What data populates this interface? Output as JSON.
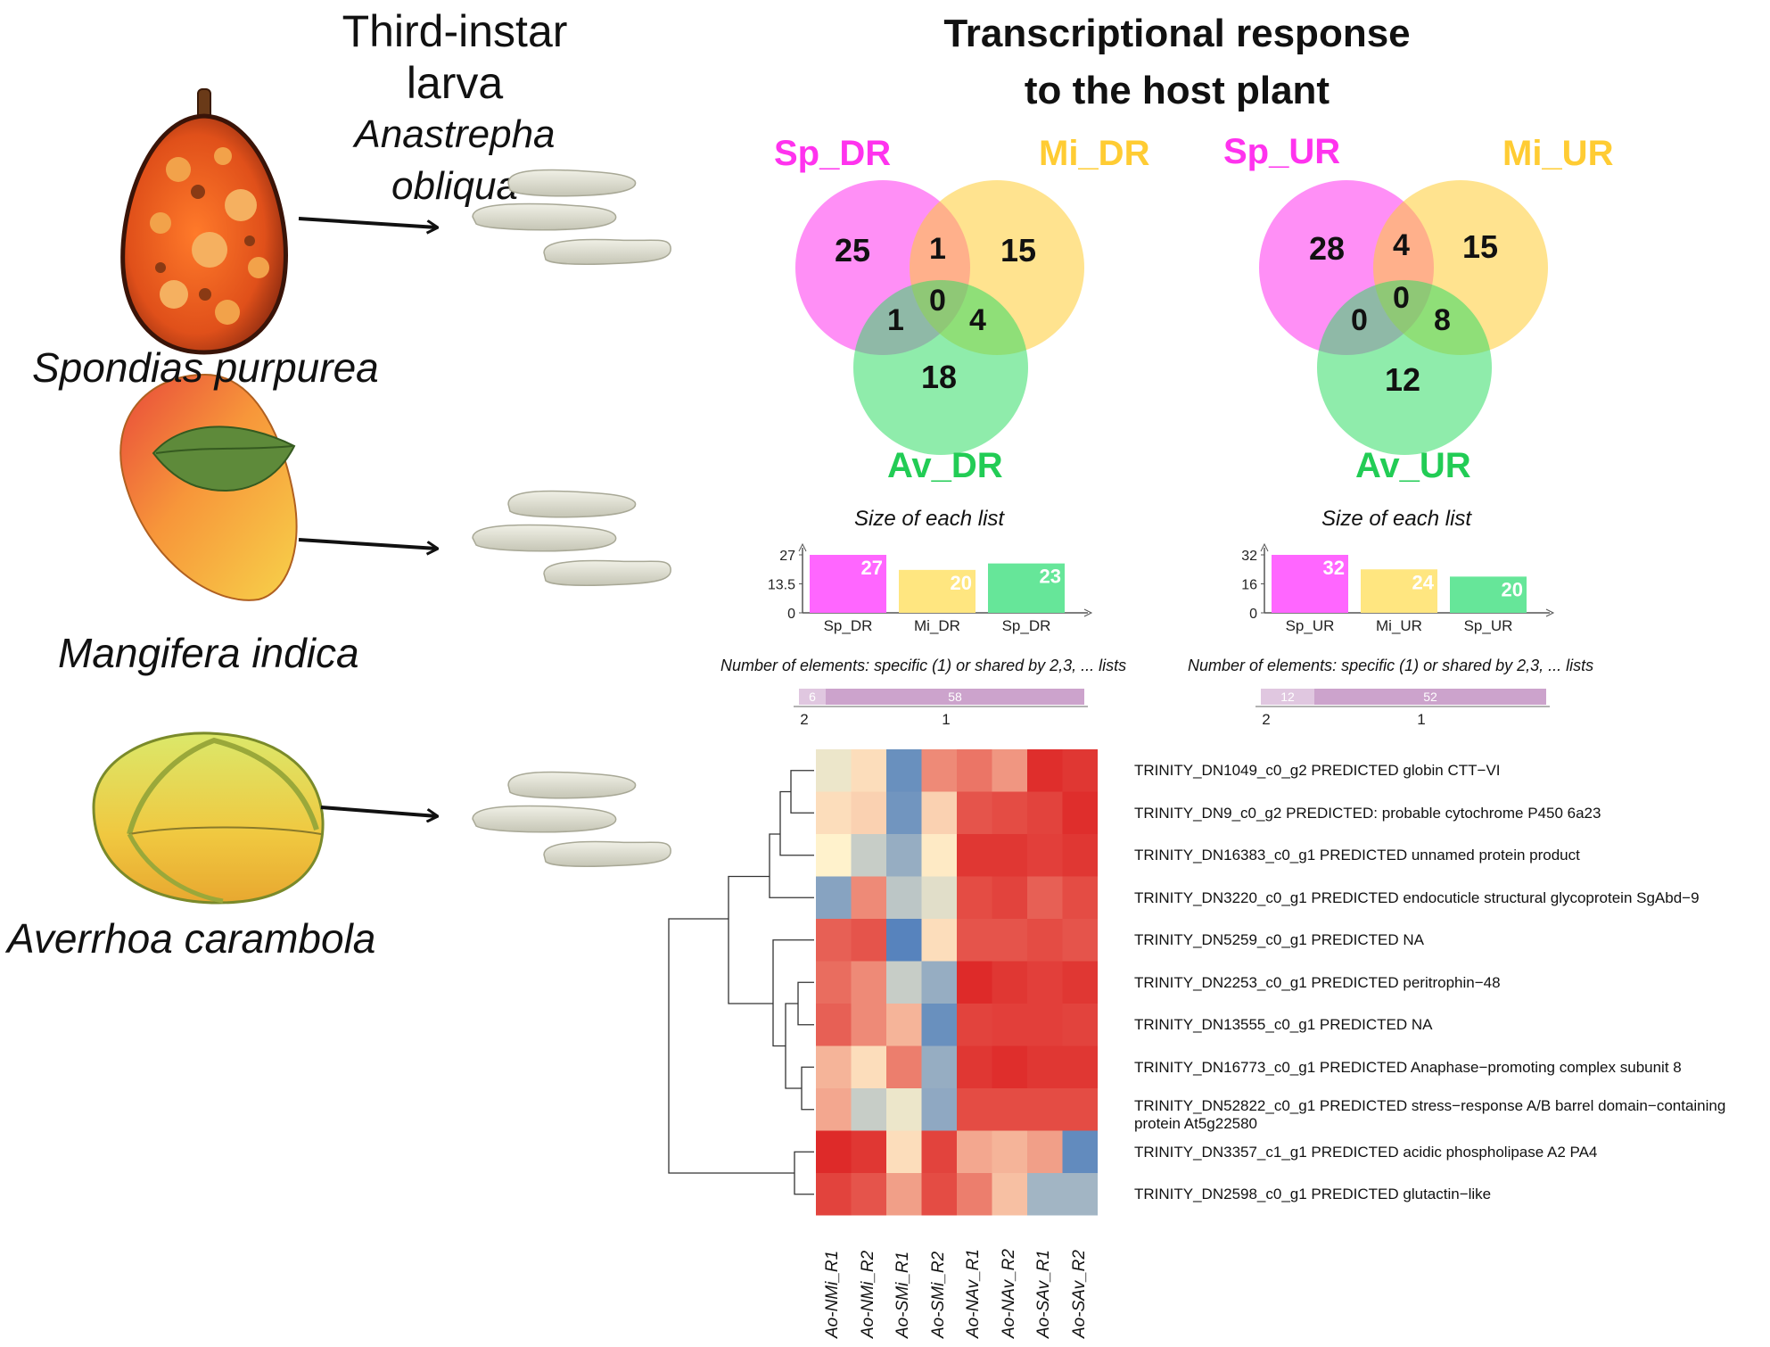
{
  "titles": {
    "left_line1": "Third-instar larva",
    "left_line2": "Anastrepha obliqua",
    "right_line1": "Transcriptional response",
    "right_line2": "to the host plant"
  },
  "hosts": [
    {
      "name": "Spondias purpurea",
      "icon": "hog-plum-fruit-icon"
    },
    {
      "name": "Mangifera indica",
      "icon": "mango-fruit-icon"
    },
    {
      "name": "Averrhoa carambola",
      "icon": "starfruit-icon"
    }
  ],
  "colors": {
    "sp": "#ff33ee",
    "mi": "#ffcc33",
    "av": "#33dd66",
    "bar_sp": "#ff66ff",
    "bar_mi": "#ffe680",
    "bar_av": "#66e699",
    "shared_bar": "#c699c6",
    "heat_low": "#4477bb",
    "heat_mid": "#fff2cc",
    "heat_high": "#dd2222"
  },
  "venn_dr": {
    "labels": {
      "a": "Sp_DR",
      "b": "Mi_DR",
      "c": "Av_DR"
    },
    "values": {
      "a_only": "25",
      "ab": "1",
      "b_only": "15",
      "abc": "0",
      "ac": "1",
      "bc": "4",
      "c_only": "18"
    },
    "size_title": "Size of each list",
    "bars": {
      "ticks": [
        "27",
        "13.5",
        "0"
      ],
      "max": 27,
      "items": [
        {
          "label": "Sp_DR",
          "value": 27
        },
        {
          "label": "Mi_DR",
          "value": 20
        },
        {
          "label": "Sp_DR",
          "value": 23
        }
      ]
    },
    "shared_title": "Number of elements: specific (1) or shared by 2,3, ... lists",
    "shared": {
      "values": [
        6,
        58
      ],
      "labels": [
        "2",
        "1"
      ]
    }
  },
  "venn_ur": {
    "labels": {
      "a": "Sp_UR",
      "b": "Mi_UR",
      "c": "Av_UR"
    },
    "values": {
      "a_only": "28",
      "ab": "4",
      "b_only": "15",
      "abc": "0",
      "ac": "0",
      "bc": "8",
      "c_only": "12"
    },
    "size_title": "Size of each list",
    "bars": {
      "ticks": [
        "32",
        "16",
        "0"
      ],
      "max": 32,
      "items": [
        {
          "label": "Sp_UR",
          "value": 32
        },
        {
          "label": "Mi_UR",
          "value": 24
        },
        {
          "label": "Sp_UR",
          "value": 20
        }
      ]
    },
    "shared_title": "Number of elements: specific (1) or shared by 2,3, ... lists",
    "shared": {
      "values": [
        12,
        52
      ],
      "labels": [
        "2",
        "1"
      ]
    }
  },
  "heatmap": {
    "columns": [
      "Ao-NMi_R1",
      "Ao-NMi_R2",
      "Ao-SMi_R1",
      "Ao-SMi_R2",
      "Ao-NAv_R1",
      "Ao-NAv_R2",
      "Ao-SAv_R1",
      "Ao-SAv_R2"
    ],
    "rows": [
      {
        "label": "TRINITY_DN1049_c0_g2 PREDICTED globin CTT−VI",
        "values": [
          0.45,
          0.55,
          0.1,
          0.75,
          0.8,
          0.72,
          0.97,
          0.95
        ]
      },
      {
        "label": "TRINITY_DN9_c0_g2 PREDICTED: probable cytochrome P450 6a23",
        "values": [
          0.55,
          0.58,
          0.12,
          0.58,
          0.88,
          0.9,
          0.92,
          0.97
        ]
      },
      {
        "label": "TRINITY_DN16383_c0_g1 PREDICTED unnamed protein product",
        "values": [
          0.5,
          0.35,
          0.22,
          0.52,
          0.95,
          0.95,
          0.93,
          0.95
        ]
      },
      {
        "label": "TRINITY_DN3220_c0_g1 PREDICTED endocuticle structural glycoprotein SgAbd−9",
        "values": [
          0.18,
          0.75,
          0.32,
          0.42,
          0.9,
          0.92,
          0.85,
          0.9
        ]
      },
      {
        "label": "TRINITY_DN5259_c0_g1 PREDICTED NA",
        "values": [
          0.85,
          0.88,
          0.05,
          0.55,
          0.88,
          0.88,
          0.9,
          0.88
        ]
      },
      {
        "label": "TRINITY_DN2253_c0_g1 PREDICTED peritrophin−48",
        "values": [
          0.82,
          0.75,
          0.35,
          0.22,
          0.98,
          0.95,
          0.93,
          0.95
        ]
      },
      {
        "label": "TRINITY_DN13555_c0_g1 PREDICTED NA",
        "values": [
          0.85,
          0.75,
          0.65,
          0.1,
          0.92,
          0.93,
          0.93,
          0.92
        ]
      },
      {
        "label": "TRINITY_DN16773_c0_g1 PREDICTED Anaphase−promoting complex subunit 8",
        "values": [
          0.65,
          0.55,
          0.78,
          0.22,
          0.95,
          0.97,
          0.95,
          0.95
        ]
      },
      {
        "label": "TRINITY_DN52822_c0_g1 PREDICTED stress−response A/B barrel domain−containing protein At5g22580",
        "values": [
          0.68,
          0.35,
          0.45,
          0.2,
          0.9,
          0.9,
          0.9,
          0.9
        ]
      },
      {
        "label": "TRINITY_DN3357_c1_g1 PREDICTED acidic phospholipase A2 PA4",
        "values": [
          0.98,
          0.95,
          0.55,
          0.92,
          0.68,
          0.65,
          0.7,
          0.08
        ]
      },
      {
        "label": "TRINITY_DN2598_c0_g1 PREDICTED glutactin−like",
        "values": [
          0.92,
          0.88,
          0.7,
          0.9,
          0.78,
          0.62,
          0.25,
          0.25
        ]
      }
    ]
  }
}
